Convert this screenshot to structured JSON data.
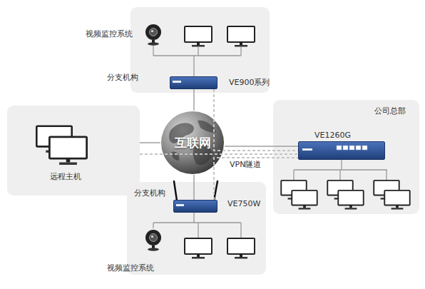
{
  "diagram": {
    "nodes": [
      {
        "text": [
          "分支机构"
        ]
      },
      {
        "text": [
          "VE900系列"
        ],
        "in": 0
      },
      {
        "text": [
          "远程主机"
        ]
      },
      {
        "text": [
          "互联网"
        ]
      },
      {
        "text": [
          "公司总部"
        ]
      },
      {
        "text": [
          "VE1260G"
        ],
        "in": 4
      },
      {
        "text": [
          "分支机构"
        ]
      },
      {
        "text": [
          "VE750W"
        ],
        "in": 6
      }
    ],
    "edges": [
      {
        "from": 1,
        "to": 3,
        "arrow": "none"
      },
      {
        "from": 2,
        "to": 3,
        "arrow": "none"
      },
      {
        "from": 3,
        "to": 5,
        "arrow": "none"
      },
      {
        "from": 7,
        "to": 3,
        "arrow": "none"
      },
      {
        "from": 1,
        "to": 5,
        "arrow": "none"
      },
      {
        "from": 2,
        "to": 5,
        "arrow": "none"
      },
      {
        "from": 7,
        "to": 5,
        "label": "VPN隧道",
        "arrow": "none"
      }
    ],
    "labels": [
      "视频监控系统",
      "视频监控系统"
    ]
  }
}
